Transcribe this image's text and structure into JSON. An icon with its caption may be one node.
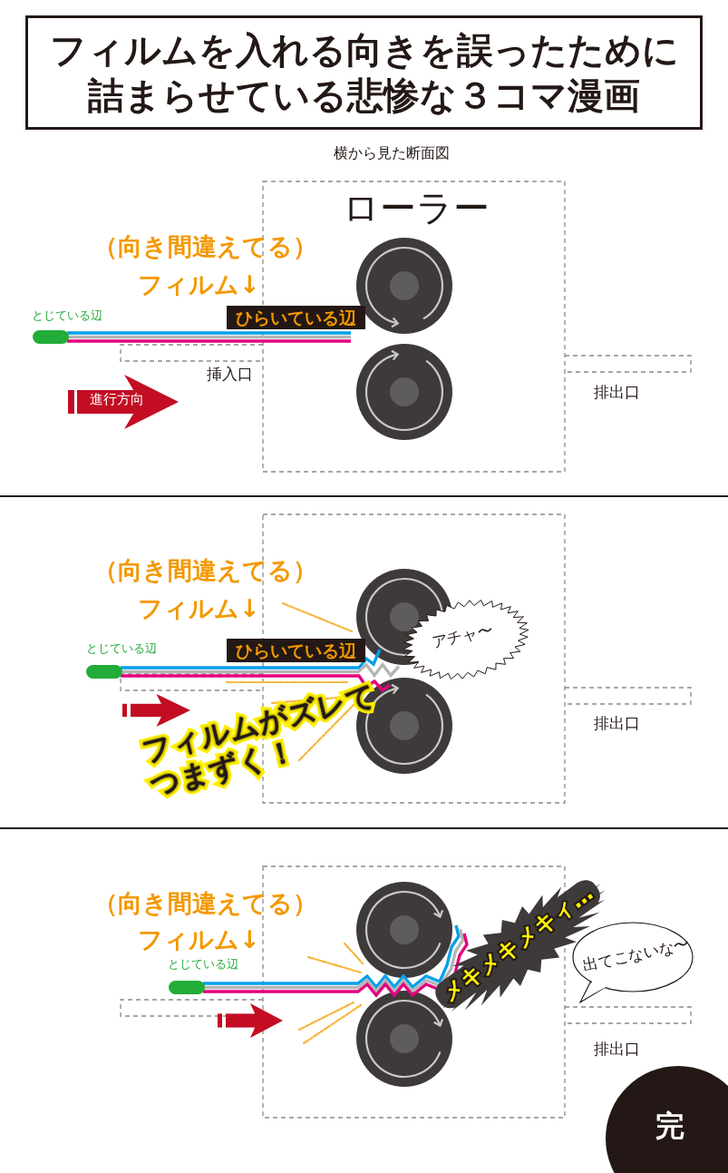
{
  "diagram": {
    "title": "フィルムを入れる向きを誤ったために詰まらせている悲惨な３コマ漫画",
    "nodes": [
      {
        "text": [
          "ひらいている辺"
        ]
      },
      {
        "text": [
          "進行方向"
        ]
      },
      {
        "text": [
          "ひらいている辺"
        ]
      },
      {
        "text": [
          "アチャ〜"
        ]
      },
      {
        "text": [
          "出てこないな〜"
        ]
      },
      {
        "text": [
          "完"
        ]
      }
    ],
    "labels": [
      "横から見た断面図",
      "ローラー",
      "（向き間違えてる）",
      "フィルム↓",
      "とじている辺",
      "挿入口",
      "排出口",
      "（向き間違えてる）",
      "フィルム↓",
      "とじている辺",
      "フィルムがズレてつまずく！",
      "排出口",
      "（向き間違えてる）",
      "フィルム↓",
      "とじている辺",
      "メキメキメキィ…",
      "排出口"
    ]
  }
}
